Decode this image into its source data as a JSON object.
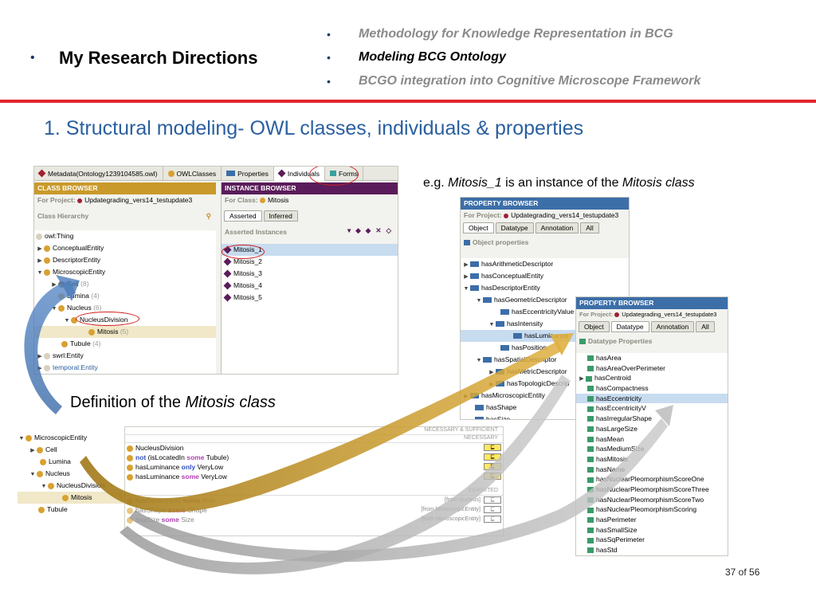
{
  "slide": {
    "title": "My Research Directions",
    "topics": [
      "Methodology for Knowledge Representation in BCG",
      "Modeling BCG Ontology",
      "BCGO integration into Cognitive Microscope Framework"
    ],
    "heading": "1. Structural modeling- OWL classes, individuals & properties",
    "example_prefix": "e.g. ",
    "example_instance": "Mitosis_1",
    "example_middle": " is an instance of the ",
    "example_class": "Mitosis class",
    "definition_prefix": "Definition of the ",
    "definition_class": "Mitosis class",
    "page_number": "37 of 56"
  },
  "colors": {
    "accent_red": "#e1262c",
    "heading_blue": "#2a5fa0",
    "class_gold": "#d9a131",
    "instance_purple": "#5a1c5a"
  },
  "protege": {
    "top_tabs": [
      "Metadata(Ontology1239104585.owl)",
      "OWLClasses",
      "Properties",
      "Individuals",
      "Forms"
    ],
    "class_browser": {
      "header": "CLASS BROWSER",
      "for_project_label": "For Project:",
      "project": "Updategrading_vers14_testupdate3",
      "hierarchy_label": "Class Hierarchy",
      "items": [
        {
          "label": "owl:Thing",
          "count": ""
        },
        {
          "label": "ConceptualEntity",
          "count": ""
        },
        {
          "label": "DescriptorEntity",
          "count": ""
        },
        {
          "label": "MicroscopicEntity",
          "count": ""
        },
        {
          "label": "Cell",
          "count": "(8)"
        },
        {
          "label": "Lumina",
          "count": "(4)"
        },
        {
          "label": "Nucleus",
          "count": "(6)"
        },
        {
          "label": "NucleusDivision",
          "count": ""
        },
        {
          "label": "Mitosis",
          "count": "(5)"
        },
        {
          "label": "Tubule",
          "count": "(4)"
        },
        {
          "label": "swrl:Entity",
          "count": ""
        },
        {
          "label": "temporal:Entity",
          "count": ""
        }
      ]
    },
    "instance_browser": {
      "header": "INSTANCE BROWSER",
      "for_class_label": "For Class:",
      "class": "Mitosis",
      "tabs": [
        "Asserted",
        "Inferred"
      ],
      "instances_label": "Asserted Instances",
      "items": [
        "Mitosis_1",
        "Mitosis_2",
        "Mitosis_3",
        "Mitosis_4",
        "Mitosis_5"
      ]
    },
    "property_browser_1": {
      "header": "PROPERTY BROWSER",
      "for_project_label": "For Project:",
      "project": "Updategrading_vers14_testupdate3",
      "tabs": [
        "Object",
        "Datatype",
        "Annotation",
        "All"
      ],
      "section": "Object properties",
      "items": [
        "hasArithmeticDescriptor",
        "hasConceptualEntity",
        "hasDescriptorEntity",
        "hasGeometricDescriptor",
        "hasEccentricityValue",
        "hasIntensity",
        "hasLuminance",
        "hasPosition",
        "hasSpatialDescriptor",
        "hasMetricDescriptor",
        "hasTopologicDescrip",
        "hasMicroscopicEntity",
        "hasShape",
        "hasSize"
      ]
    },
    "property_browser_2": {
      "header": "PROPERTY BROWSER",
      "for_project_label": "For Project:",
      "project": "Updategrading_vers14_testupdate3",
      "tabs": [
        "Object",
        "Datatype",
        "Annotation",
        "All"
      ],
      "section": "Datatype Properties",
      "items": [
        "hasArea",
        "hasAreaOverPerimeter",
        "hasCentroid",
        "hasCompactness",
        "hasEccentricity",
        "hasEccentricityV",
        "hasIrregularShape",
        "hasLargeSize",
        "hasMean",
        "hasMediumSize",
        "hasMitosis",
        "hasName",
        "hasNuclearPleomorphismScoreOne",
        "hasNuclearPleomorphismScoreThree",
        "hasNuclearPleomorphismScoreTwo",
        "hasNuclearPleomorphismScoring",
        "hasPerimeter",
        "hasSmallSize",
        "hasSqPerimeter",
        "hasStd"
      ]
    },
    "def_tree": [
      "MicroscopicEntity",
      "Cell",
      "Lumina",
      "Nucleus",
      "NucleusDivision",
      "Mitosis",
      "Tubule"
    ],
    "def_panel": {
      "nec_suff": "NECESSARY & SUFFICIENT",
      "necessary": "NECESSARY",
      "inherited": "INHERITED",
      "row1": "NucleusDivision",
      "row2_not": "not",
      "row2_a": " (isLocatedIn ",
      "row2_some": "some",
      "row2_b": " Tubule)",
      "row3_a": "hasLuminance ",
      "row3_only": "only",
      "row3_b": " VeryLow",
      "row4_a": "hasLuminance ",
      "row4_some": "some",
      "row4_b": " VeryLow",
      "inh1_a": "hasEccentricity ",
      "inh1_some": "some",
      "inh1_b": " float",
      "inh1_src": "[from Nucleus]",
      "inh2_a": "hasShape ",
      "inh2_some": "some",
      "inh2_b": " Shape",
      "inh2_src": "[from MicroscopicEntity]",
      "inh3_a": "hasSize ",
      "inh3_some": "some",
      "inh3_b": " Size",
      "inh3_src": "[from MicroscopicEntity]",
      "box_symbol": "⊑"
    }
  }
}
